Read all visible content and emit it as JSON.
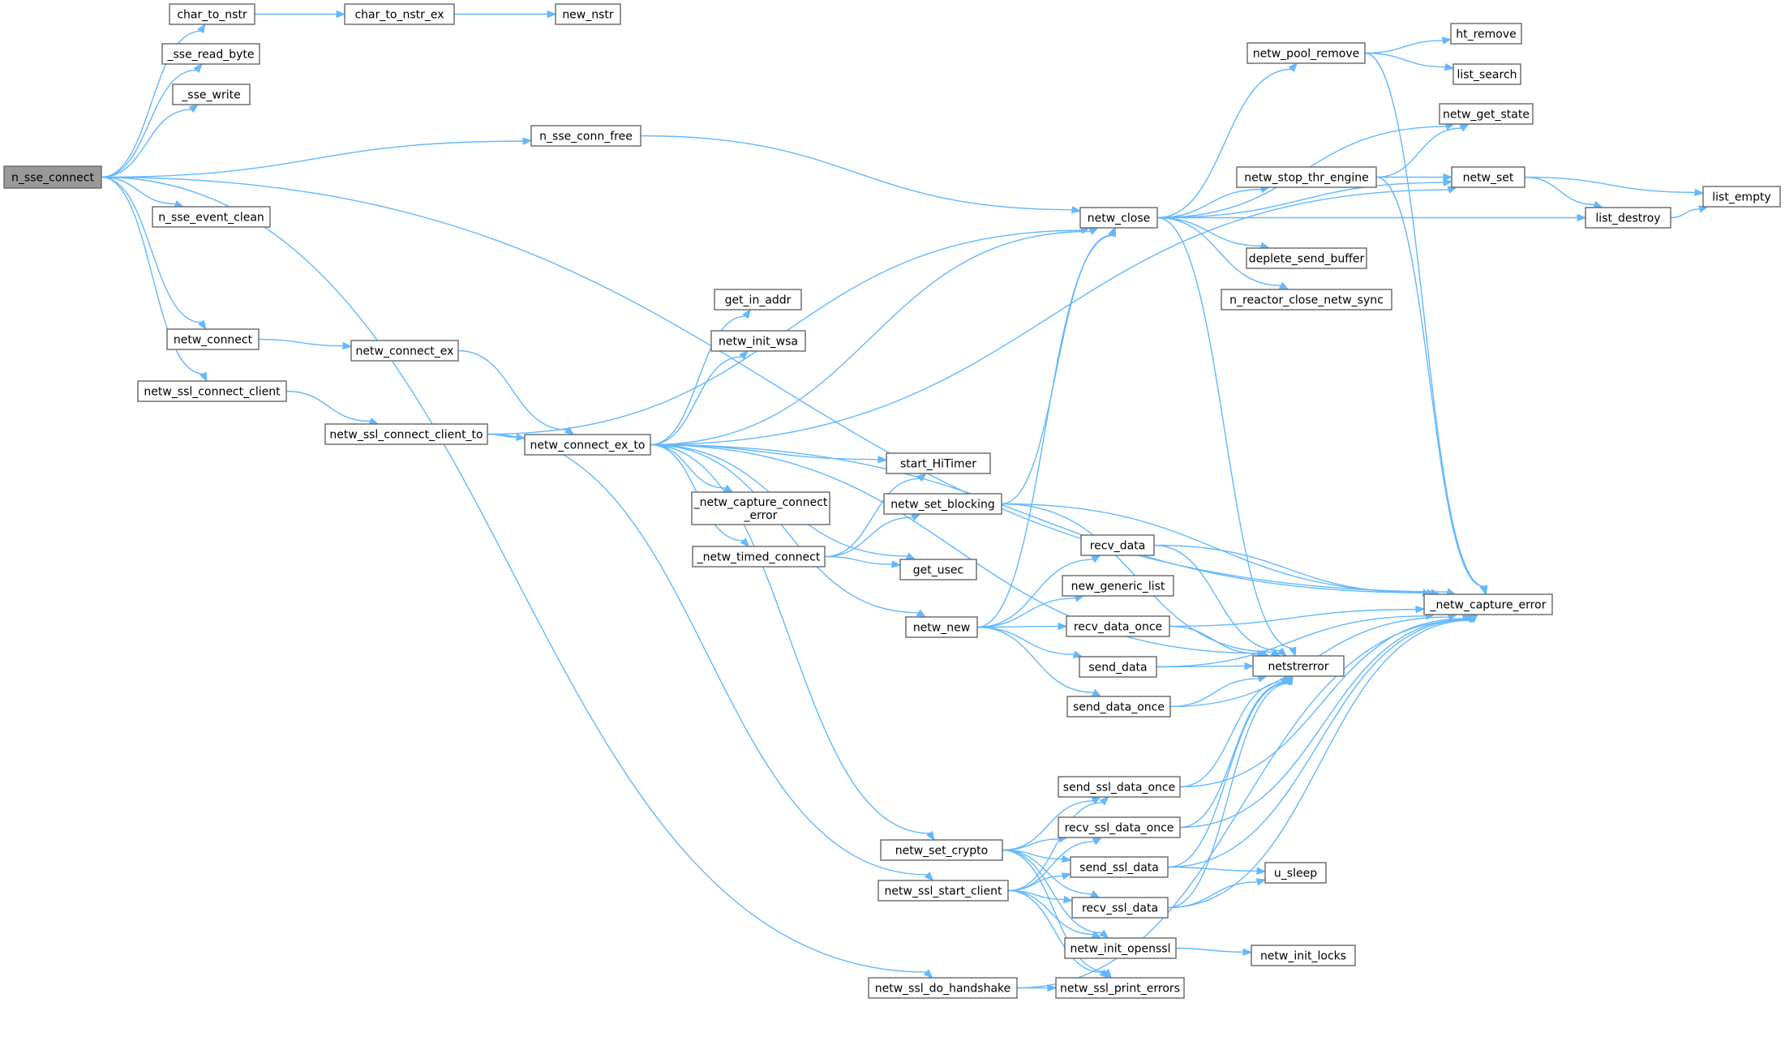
{
  "graph": {
    "root": "n_sse_connect",
    "colors": {
      "edge": "#63b8ff",
      "node_border": "#666666",
      "root_fill": "#999999",
      "node_fill": "#ffffff"
    },
    "nodes": [
      {
        "id": "n_sse_connect",
        "lines": [
          "n_sse_connect"
        ]
      },
      {
        "id": "char_to_nstr",
        "lines": [
          "char_to_nstr"
        ]
      },
      {
        "id": "char_to_nstr_ex",
        "lines": [
          "char_to_nstr_ex"
        ]
      },
      {
        "id": "new_nstr",
        "lines": [
          "new_nstr"
        ]
      },
      {
        "id": "_sse_read_byte",
        "lines": [
          "_sse_read_byte"
        ]
      },
      {
        "id": "_sse_write",
        "lines": [
          "_sse_write"
        ]
      },
      {
        "id": "n_sse_conn_free",
        "lines": [
          "n_sse_conn_free"
        ]
      },
      {
        "id": "n_sse_event_clean",
        "lines": [
          "n_sse_event_clean"
        ]
      },
      {
        "id": "netw_connect",
        "lines": [
          "netw_connect"
        ]
      },
      {
        "id": "netw_connect_ex",
        "lines": [
          "netw_connect_ex"
        ]
      },
      {
        "id": "netw_ssl_connect_client",
        "lines": [
          "netw_ssl_connect_client"
        ]
      },
      {
        "id": "netw_ssl_connect_client_to",
        "lines": [
          "netw_ssl_connect_client_to"
        ]
      },
      {
        "id": "netw_connect_ex_to",
        "lines": [
          "netw_connect_ex_to"
        ]
      },
      {
        "id": "get_in_addr",
        "lines": [
          "get_in_addr"
        ]
      },
      {
        "id": "netw_init_wsa",
        "lines": [
          "netw_init_wsa"
        ]
      },
      {
        "id": "start_HiTimer",
        "lines": [
          "start_HiTimer"
        ]
      },
      {
        "id": "_netw_capture_connect_error",
        "lines": [
          "_netw_capture_connect",
          "_error"
        ]
      },
      {
        "id": "_netw_timed_connect",
        "lines": [
          "_netw_timed_connect"
        ]
      },
      {
        "id": "get_usec",
        "lines": [
          "get_usec"
        ]
      },
      {
        "id": "netw_set_blocking",
        "lines": [
          "netw_set_blocking"
        ]
      },
      {
        "id": "netw_new",
        "lines": [
          "netw_new"
        ]
      },
      {
        "id": "recv_data",
        "lines": [
          "recv_data"
        ]
      },
      {
        "id": "new_generic_list",
        "lines": [
          "new_generic_list"
        ]
      },
      {
        "id": "recv_data_once",
        "lines": [
          "recv_data_once"
        ]
      },
      {
        "id": "send_data",
        "lines": [
          "send_data"
        ]
      },
      {
        "id": "send_data_once",
        "lines": [
          "send_data_once"
        ]
      },
      {
        "id": "netw_close",
        "lines": [
          "netw_close"
        ]
      },
      {
        "id": "netw_pool_remove",
        "lines": [
          "netw_pool_remove"
        ]
      },
      {
        "id": "ht_remove",
        "lines": [
          "ht_remove"
        ]
      },
      {
        "id": "list_search",
        "lines": [
          "list_search"
        ]
      },
      {
        "id": "netw_get_state",
        "lines": [
          "netw_get_state"
        ]
      },
      {
        "id": "netw_stop_thr_engine",
        "lines": [
          "netw_stop_thr_engine"
        ]
      },
      {
        "id": "netw_set",
        "lines": [
          "netw_set"
        ]
      },
      {
        "id": "list_destroy",
        "lines": [
          "list_destroy"
        ]
      },
      {
        "id": "list_empty",
        "lines": [
          "list_empty"
        ]
      },
      {
        "id": "deplete_send_buffer",
        "lines": [
          "deplete_send_buffer"
        ]
      },
      {
        "id": "n_reactor_close_netw_sync",
        "lines": [
          "n_reactor_close_netw_sync"
        ]
      },
      {
        "id": "_netw_capture_error",
        "lines": [
          "_netw_capture_error"
        ]
      },
      {
        "id": "netstrerror",
        "lines": [
          "netstrerror"
        ]
      },
      {
        "id": "netw_set_crypto",
        "lines": [
          "netw_set_crypto"
        ]
      },
      {
        "id": "netw_ssl_start_client",
        "lines": [
          "netw_ssl_start_client"
        ]
      },
      {
        "id": "netw_ssl_do_handshake",
        "lines": [
          "netw_ssl_do_handshake"
        ]
      },
      {
        "id": "send_ssl_data_once",
        "lines": [
          "send_ssl_data_once"
        ]
      },
      {
        "id": "recv_ssl_data_once",
        "lines": [
          "recv_ssl_data_once"
        ]
      },
      {
        "id": "send_ssl_data",
        "lines": [
          "send_ssl_data"
        ]
      },
      {
        "id": "recv_ssl_data",
        "lines": [
          "recv_ssl_data"
        ]
      },
      {
        "id": "u_sleep",
        "lines": [
          "u_sleep"
        ]
      },
      {
        "id": "netw_init_openssl",
        "lines": [
          "netw_init_openssl"
        ]
      },
      {
        "id": "netw_init_locks",
        "lines": [
          "netw_init_locks"
        ]
      },
      {
        "id": "netw_ssl_print_errors",
        "lines": [
          "netw_ssl_print_errors"
        ]
      }
    ],
    "edges": [
      [
        "n_sse_connect",
        "char_to_nstr"
      ],
      [
        "n_sse_connect",
        "_sse_read_byte"
      ],
      [
        "n_sse_connect",
        "_sse_write"
      ],
      [
        "n_sse_connect",
        "n_sse_conn_free"
      ],
      [
        "n_sse_connect",
        "_netw_capture_error"
      ],
      [
        "n_sse_connect",
        "n_sse_event_clean"
      ],
      [
        "n_sse_connect",
        "netw_connect"
      ],
      [
        "n_sse_connect",
        "netw_ssl_connect_client"
      ],
      [
        "n_sse_connect",
        "netw_ssl_do_handshake"
      ],
      [
        "char_to_nstr",
        "char_to_nstr_ex"
      ],
      [
        "char_to_nstr_ex",
        "new_nstr"
      ],
      [
        "n_sse_conn_free",
        "netw_close"
      ],
      [
        "netw_connect",
        "netw_connect_ex"
      ],
      [
        "netw_connect_ex",
        "netw_connect_ex_to"
      ],
      [
        "netw_ssl_connect_client",
        "netw_ssl_connect_client_to"
      ],
      [
        "netw_ssl_connect_client_to",
        "netw_close"
      ],
      [
        "netw_ssl_connect_client_to",
        "netw_connect_ex_to"
      ],
      [
        "netw_ssl_connect_client_to",
        "netw_ssl_start_client"
      ],
      [
        "netw_connect_ex_to",
        "netw_close"
      ],
      [
        "netw_connect_ex_to",
        "get_in_addr"
      ],
      [
        "netw_connect_ex_to",
        "netw_init_wsa"
      ],
      [
        "netw_connect_ex_to",
        "netw_set"
      ],
      [
        "netw_connect_ex_to",
        "_netw_capture_error"
      ],
      [
        "netw_connect_ex_to",
        "start_HiTimer"
      ],
      [
        "netw_connect_ex_to",
        "_netw_capture_connect_error"
      ],
      [
        "netw_connect_ex_to",
        "_netw_timed_connect"
      ],
      [
        "netw_connect_ex_to",
        "get_usec"
      ],
      [
        "netw_connect_ex_to",
        "netw_new"
      ],
      [
        "netw_connect_ex_to",
        "netstrerror"
      ],
      [
        "netw_connect_ex_to",
        "netw_set_crypto"
      ],
      [
        "_netw_timed_connect",
        "start_HiTimer"
      ],
      [
        "_netw_timed_connect",
        "netw_set_blocking"
      ],
      [
        "_netw_timed_connect",
        "get_usec"
      ],
      [
        "netw_set_blocking",
        "netw_close"
      ],
      [
        "netw_set_blocking",
        "_netw_capture_error"
      ],
      [
        "netw_set_blocking",
        "netstrerror"
      ],
      [
        "netw_new",
        "netw_close"
      ],
      [
        "netw_new",
        "recv_data"
      ],
      [
        "netw_new",
        "new_generic_list"
      ],
      [
        "netw_new",
        "recv_data_once"
      ],
      [
        "netw_new",
        "send_data"
      ],
      [
        "netw_new",
        "send_data_once"
      ],
      [
        "recv_data",
        "_netw_capture_error"
      ],
      [
        "recv_data",
        "netstrerror"
      ],
      [
        "recv_data_once",
        "_netw_capture_error"
      ],
      [
        "recv_data_once",
        "netstrerror"
      ],
      [
        "send_data",
        "_netw_capture_error"
      ],
      [
        "send_data",
        "netstrerror"
      ],
      [
        "send_data_once",
        "_netw_capture_error"
      ],
      [
        "send_data_once",
        "netstrerror"
      ],
      [
        "netw_close",
        "netw_pool_remove"
      ],
      [
        "netw_close",
        "netw_get_state"
      ],
      [
        "netw_close",
        "netw_set"
      ],
      [
        "netw_close",
        "netw_stop_thr_engine"
      ],
      [
        "netw_close",
        "list_destroy"
      ],
      [
        "netw_close",
        "deplete_send_buffer"
      ],
      [
        "netw_close",
        "n_reactor_close_netw_sync"
      ],
      [
        "netw_close",
        "netstrerror"
      ],
      [
        "netw_pool_remove",
        "ht_remove"
      ],
      [
        "netw_pool_remove",
        "list_search"
      ],
      [
        "netw_pool_remove",
        "_netw_capture_error"
      ],
      [
        "netw_stop_thr_engine",
        "netw_get_state"
      ],
      [
        "netw_stop_thr_engine",
        "netw_set"
      ],
      [
        "netw_stop_thr_engine",
        "_netw_capture_error"
      ],
      [
        "netw_set",
        "list_empty"
      ],
      [
        "netw_set",
        "list_destroy"
      ],
      [
        "list_destroy",
        "list_empty"
      ],
      [
        "netw_set_crypto",
        "send_ssl_data_once"
      ],
      [
        "netw_set_crypto",
        "recv_ssl_data_once"
      ],
      [
        "netw_set_crypto",
        "send_ssl_data"
      ],
      [
        "netw_set_crypto",
        "recv_ssl_data"
      ],
      [
        "netw_set_crypto",
        "netw_init_openssl"
      ],
      [
        "netw_set_crypto",
        "netw_ssl_print_errors"
      ],
      [
        "netw_ssl_start_client",
        "send_ssl_data_once"
      ],
      [
        "netw_ssl_start_client",
        "recv_ssl_data_once"
      ],
      [
        "netw_ssl_start_client",
        "send_ssl_data"
      ],
      [
        "netw_ssl_start_client",
        "recv_ssl_data"
      ],
      [
        "netw_ssl_start_client",
        "netw_init_openssl"
      ],
      [
        "netw_ssl_start_client",
        "netw_ssl_print_errors"
      ],
      [
        "netw_ssl_do_handshake",
        "netw_ssl_print_errors"
      ],
      [
        "netw_ssl_do_handshake",
        "_netw_capture_error"
      ],
      [
        "send_ssl_data_once",
        "_netw_capture_error"
      ],
      [
        "send_ssl_data_once",
        "netstrerror"
      ],
      [
        "recv_ssl_data_once",
        "_netw_capture_error"
      ],
      [
        "recv_ssl_data_once",
        "netstrerror"
      ],
      [
        "send_ssl_data",
        "_netw_capture_error"
      ],
      [
        "send_ssl_data",
        "netstrerror"
      ],
      [
        "send_ssl_data",
        "u_sleep"
      ],
      [
        "recv_ssl_data",
        "_netw_capture_error"
      ],
      [
        "recv_ssl_data",
        "netstrerror"
      ],
      [
        "recv_ssl_data",
        "u_sleep"
      ],
      [
        "netw_init_openssl",
        "netw_init_locks"
      ]
    ]
  }
}
